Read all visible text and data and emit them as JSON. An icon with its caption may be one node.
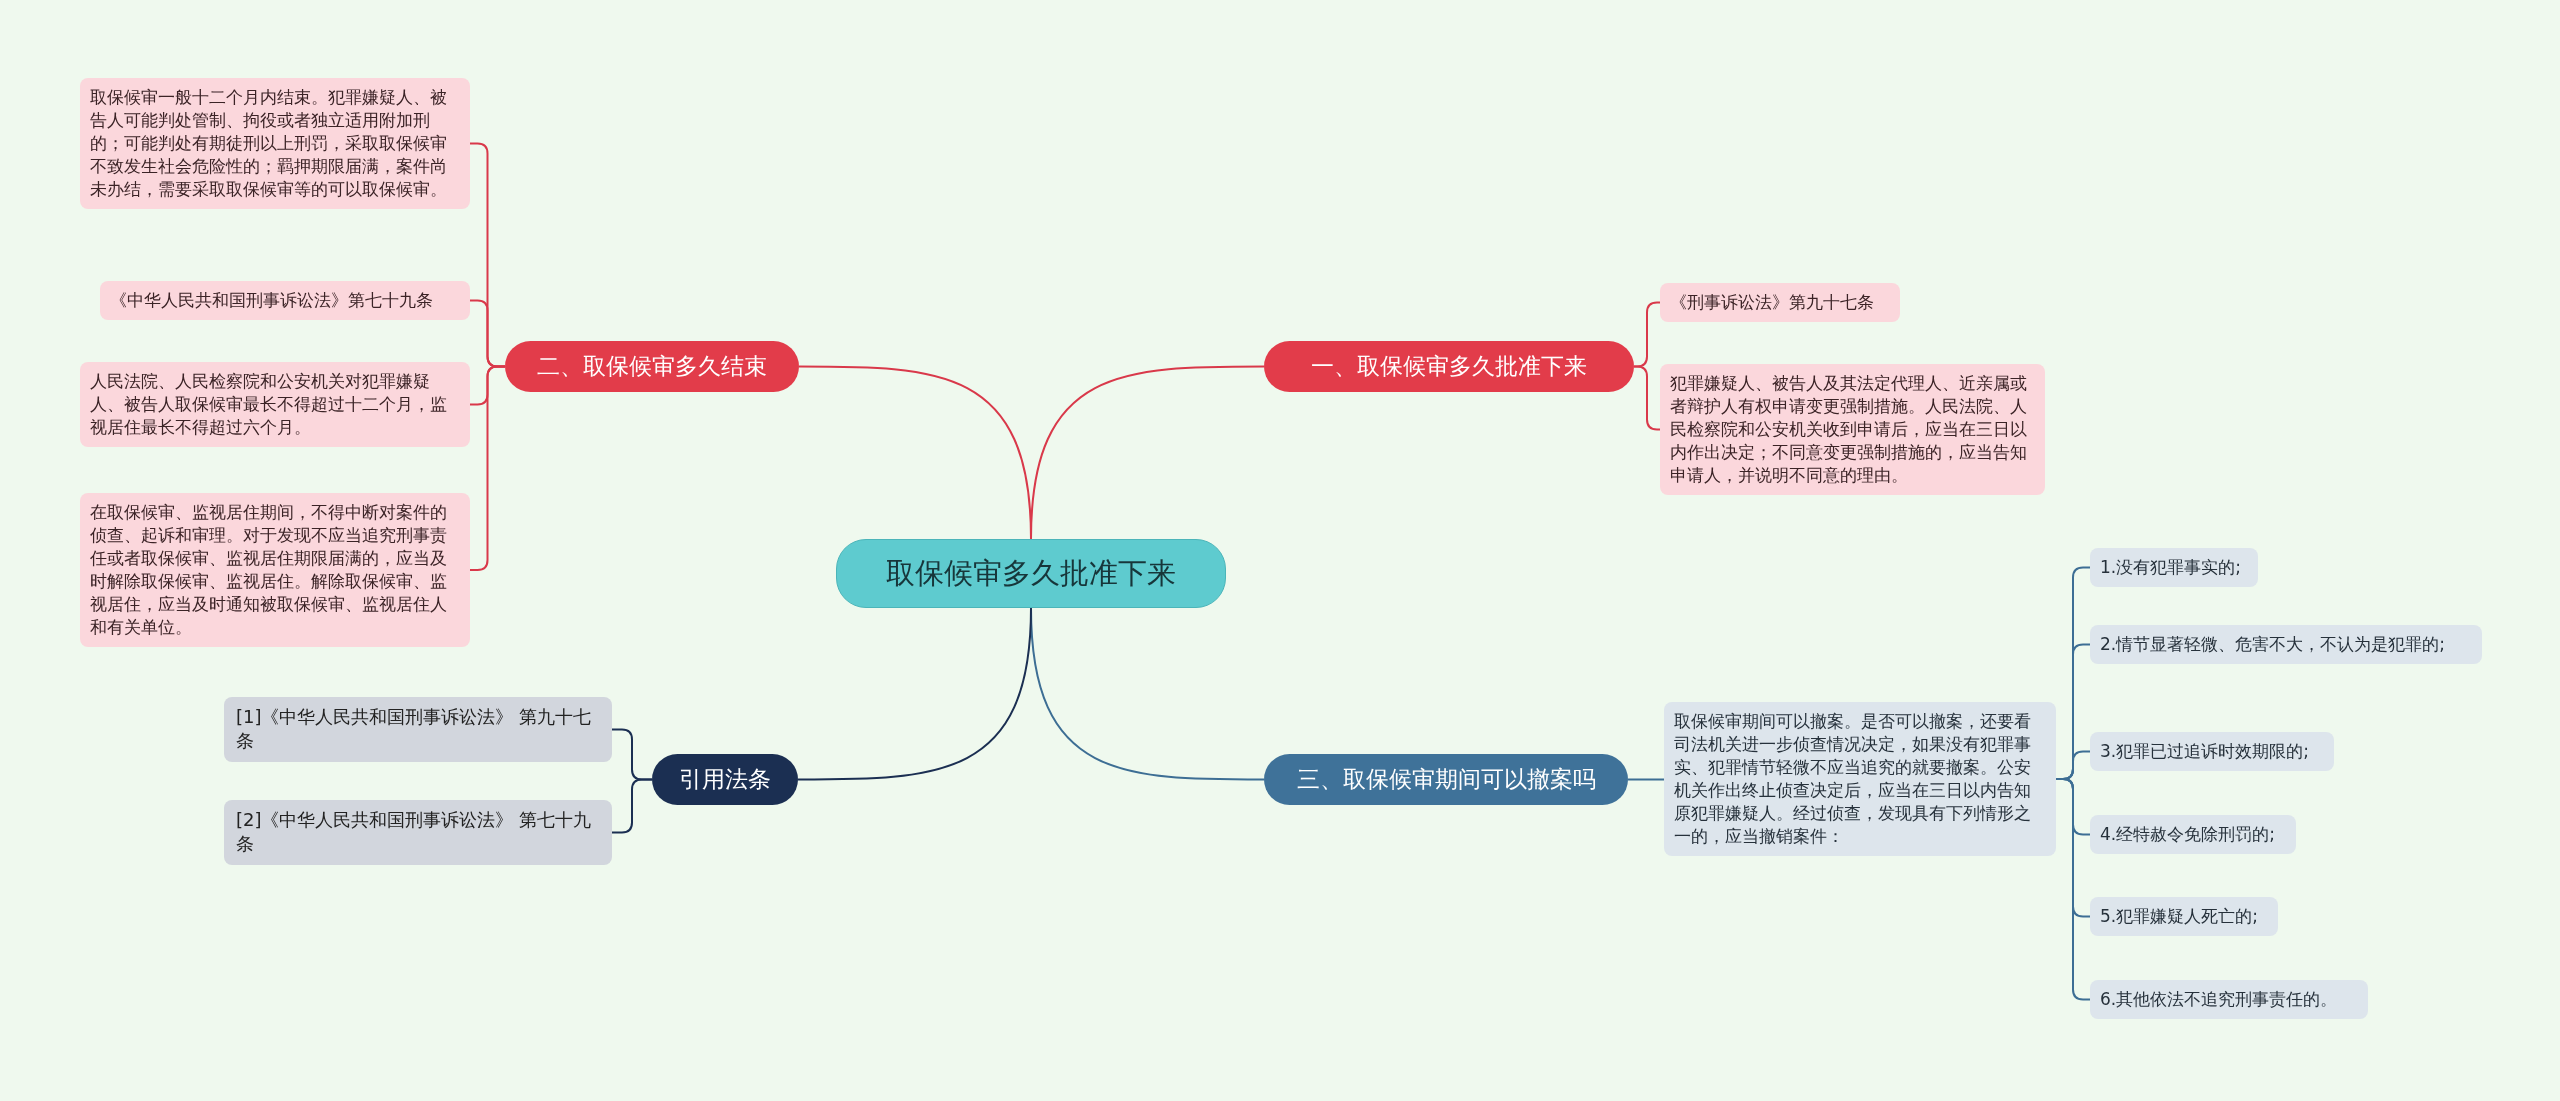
{
  "diagram": {
    "nodes": [
      {
        "text": [
          "取保候审多久批准下来"
        ]
      },
      {
        "text": [
          "一、取保候审多久批准下来"
        ]
      },
      {
        "text": [
          "《刑事诉讼法》第九十七条"
        ]
      },
      {
        "text": [
          "犯罪嫌疑人、被告人及其法定代理人、近亲属或者辩护人有权申请变更强制措施。人民法院、人民检察院和公安机关收到申请后，应当在三日以内作出决定；不同意变更强制措施的，应当告知申请人，并说明不同意的理由。"
        ]
      },
      {
        "text": [
          "二、取保候审多久结束"
        ]
      },
      {
        "text": [
          "取保候审一般十二个月内结束。犯罪嫌疑人、被告人可能判处管制、拘役或者独立适用附加刑的；可能判处有期徒刑以上刑罚，采取取保候审不致发生社会危险性的；羁押期限届满，案件尚未办结，需要采取取保候审等的可以取保候审。"
        ]
      },
      {
        "text": [
          "《中华人民共和国刑事诉讼法》第七十九条"
        ]
      },
      {
        "text": [
          "人民法院、人民检察院和公安机关对犯罪嫌疑人、被告人取保候审最长不得超过十二个月，监视居住最长不得超过六个月。"
        ]
      },
      {
        "text": [
          "在取保候审、监视居住期间，不得中断对案件的侦查、起诉和审理。对于发现不应当追究刑事责任或者取保候审、监视居住期限届满的，应当及时解除取保候审、监视居住。解除取保候审、监视居住，应当及时通知被取保候审、监视居住人和有关单位。"
        ]
      },
      {
        "text": [
          "三、取保候审期间可以撤案吗"
        ]
      },
      {
        "text": [
          "取保候审期间可以撤案。是否可以撤案，还要看司法机关进一步侦查情况决定，如果没有犯罪事实、犯罪情节轻微不应当追究的就要撤案。公安机关作出终止侦查决定后，应当在三日以内告知原犯罪嫌疑人。经过侦查，发现具有下列情形之一的，应当撤销案件："
        ]
      },
      {
        "text": [
          "1.没有犯罪事实的;"
        ]
      },
      {
        "text": [
          "2.情节显著轻微、危害不大，不认为是犯罪的;"
        ]
      },
      {
        "text": [
          "3.犯罪已过追诉时效期限的;"
        ]
      },
      {
        "text": [
          "4.经特赦令免除刑罚的;"
        ]
      },
      {
        "text": [
          "5.犯罪嫌疑人死亡的;"
        ]
      },
      {
        "text": [
          "6.其他依法不追究刑事责任的。"
        ]
      },
      {
        "text": [
          "引用法条"
        ]
      },
      {
        "text": [
          "[1]《中华人民共和国刑事诉讼法》 第九十七条"
        ]
      },
      {
        "text": [
          "[2]《中华人民共和国刑事诉讼法》 第七十九条"
        ]
      }
    ],
    "edges": [
      {
        "from": 0,
        "to": 1,
        "arrow": "none"
      },
      {
        "from": 1,
        "to": 2,
        "arrow": "none"
      },
      {
        "from": 1,
        "to": 3,
        "arrow": "none"
      },
      {
        "from": 0,
        "to": 4,
        "arrow": "none"
      },
      {
        "from": 4,
        "to": 5,
        "arrow": "none"
      },
      {
        "from": 4,
        "to": 6,
        "arrow": "none"
      },
      {
        "from": 4,
        "to": 7,
        "arrow": "none"
      },
      {
        "from": 4,
        "to": 8,
        "arrow": "none"
      },
      {
        "from": 0,
        "to": 9,
        "arrow": "none",
        "color": "#3d6e94"
      },
      {
        "from": 9,
        "to": 10,
        "arrow": "none",
        "color": "#3d6e94"
      },
      {
        "from": 10,
        "to": 11,
        "arrow": "none",
        "color": "#3d6e94"
      },
      {
        "from": 10,
        "to": 12,
        "arrow": "none",
        "color": "#3d6e94"
      },
      {
        "from": 10,
        "to": 13,
        "arrow": "none",
        "color": "#3d6e94"
      },
      {
        "from": 10,
        "to": 14,
        "arrow": "none",
        "color": "#3d6e94"
      },
      {
        "from": 10,
        "to": 15,
        "arrow": "none",
        "color": "#3d6e94"
      },
      {
        "from": 10,
        "to": 16,
        "arrow": "none",
        "color": "#3d6e94"
      },
      {
        "from": 0,
        "to": 17,
        "arrow": "none",
        "color": "#1b2f52"
      },
      {
        "from": 17,
        "to": 18,
        "arrow": "none",
        "color": "#1b2f52"
      },
      {
        "from": 17,
        "to": 19,
        "arrow": "none",
        "color": "#1b2f52"
      }
    ]
  }
}
